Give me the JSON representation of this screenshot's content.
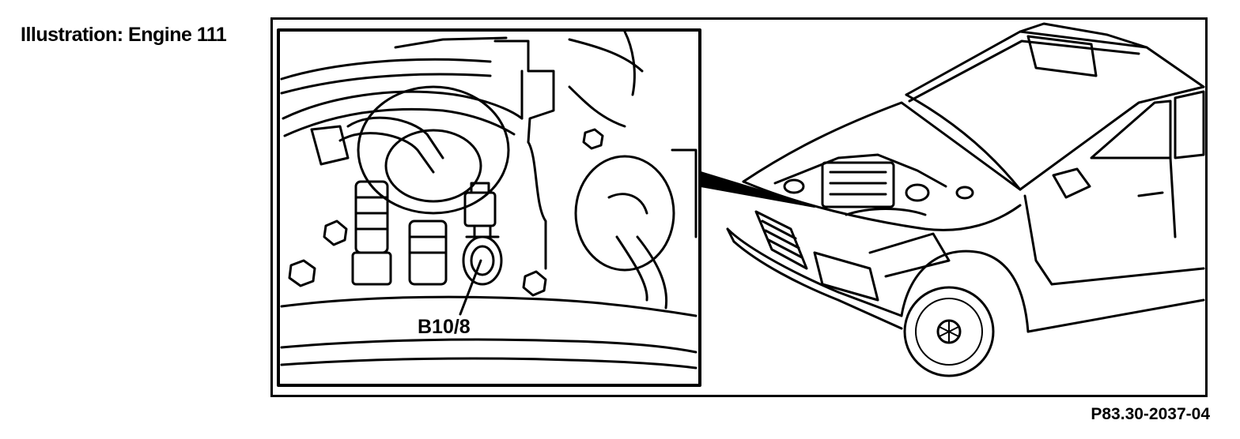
{
  "caption": "Illustration: Engine 111",
  "component_label": "B10/8",
  "reference_code": "P83.30-2037-04"
}
